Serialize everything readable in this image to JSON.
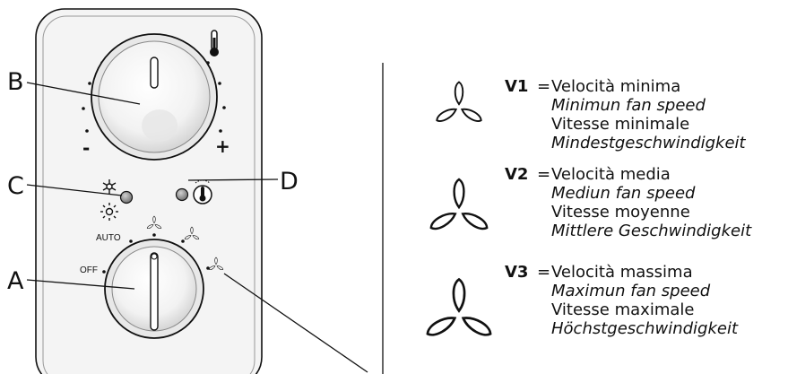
{
  "callouts": {
    "A": "A",
    "B": "B",
    "C": "C",
    "D": "D"
  },
  "dial_labels": {
    "minus": "-",
    "plus": "+",
    "auto": "AUTO",
    "off": "OFF"
  },
  "legend": [
    {
      "code": "V1",
      "eq": "=",
      "it": "Velocità minima",
      "en": "Minimun fan speed",
      "fr": "Vitesse minimale",
      "de": "Mindestgeschwindigkeit"
    },
    {
      "code": "V2",
      "eq": "=",
      "it": "Velocità media",
      "en": "Mediun fan speed",
      "fr": "Vitesse moyenne",
      "de": "Mittlere Geschwindigkeit"
    },
    {
      "code": "V3",
      "eq": "=",
      "it": "Velocità massima",
      "en": "Maximun fan speed",
      "fr": "Vitesse maximale",
      "de": "Höchstgeschwindigkeit"
    }
  ],
  "icons": [
    "thermometer-icon",
    "snowflake-icon",
    "sun-icon",
    "thermometer-circle-icon",
    "fan-icon"
  ],
  "colors": {
    "panel": "#f4f4f4",
    "outline": "#111111",
    "led": "#9a9a9a"
  }
}
